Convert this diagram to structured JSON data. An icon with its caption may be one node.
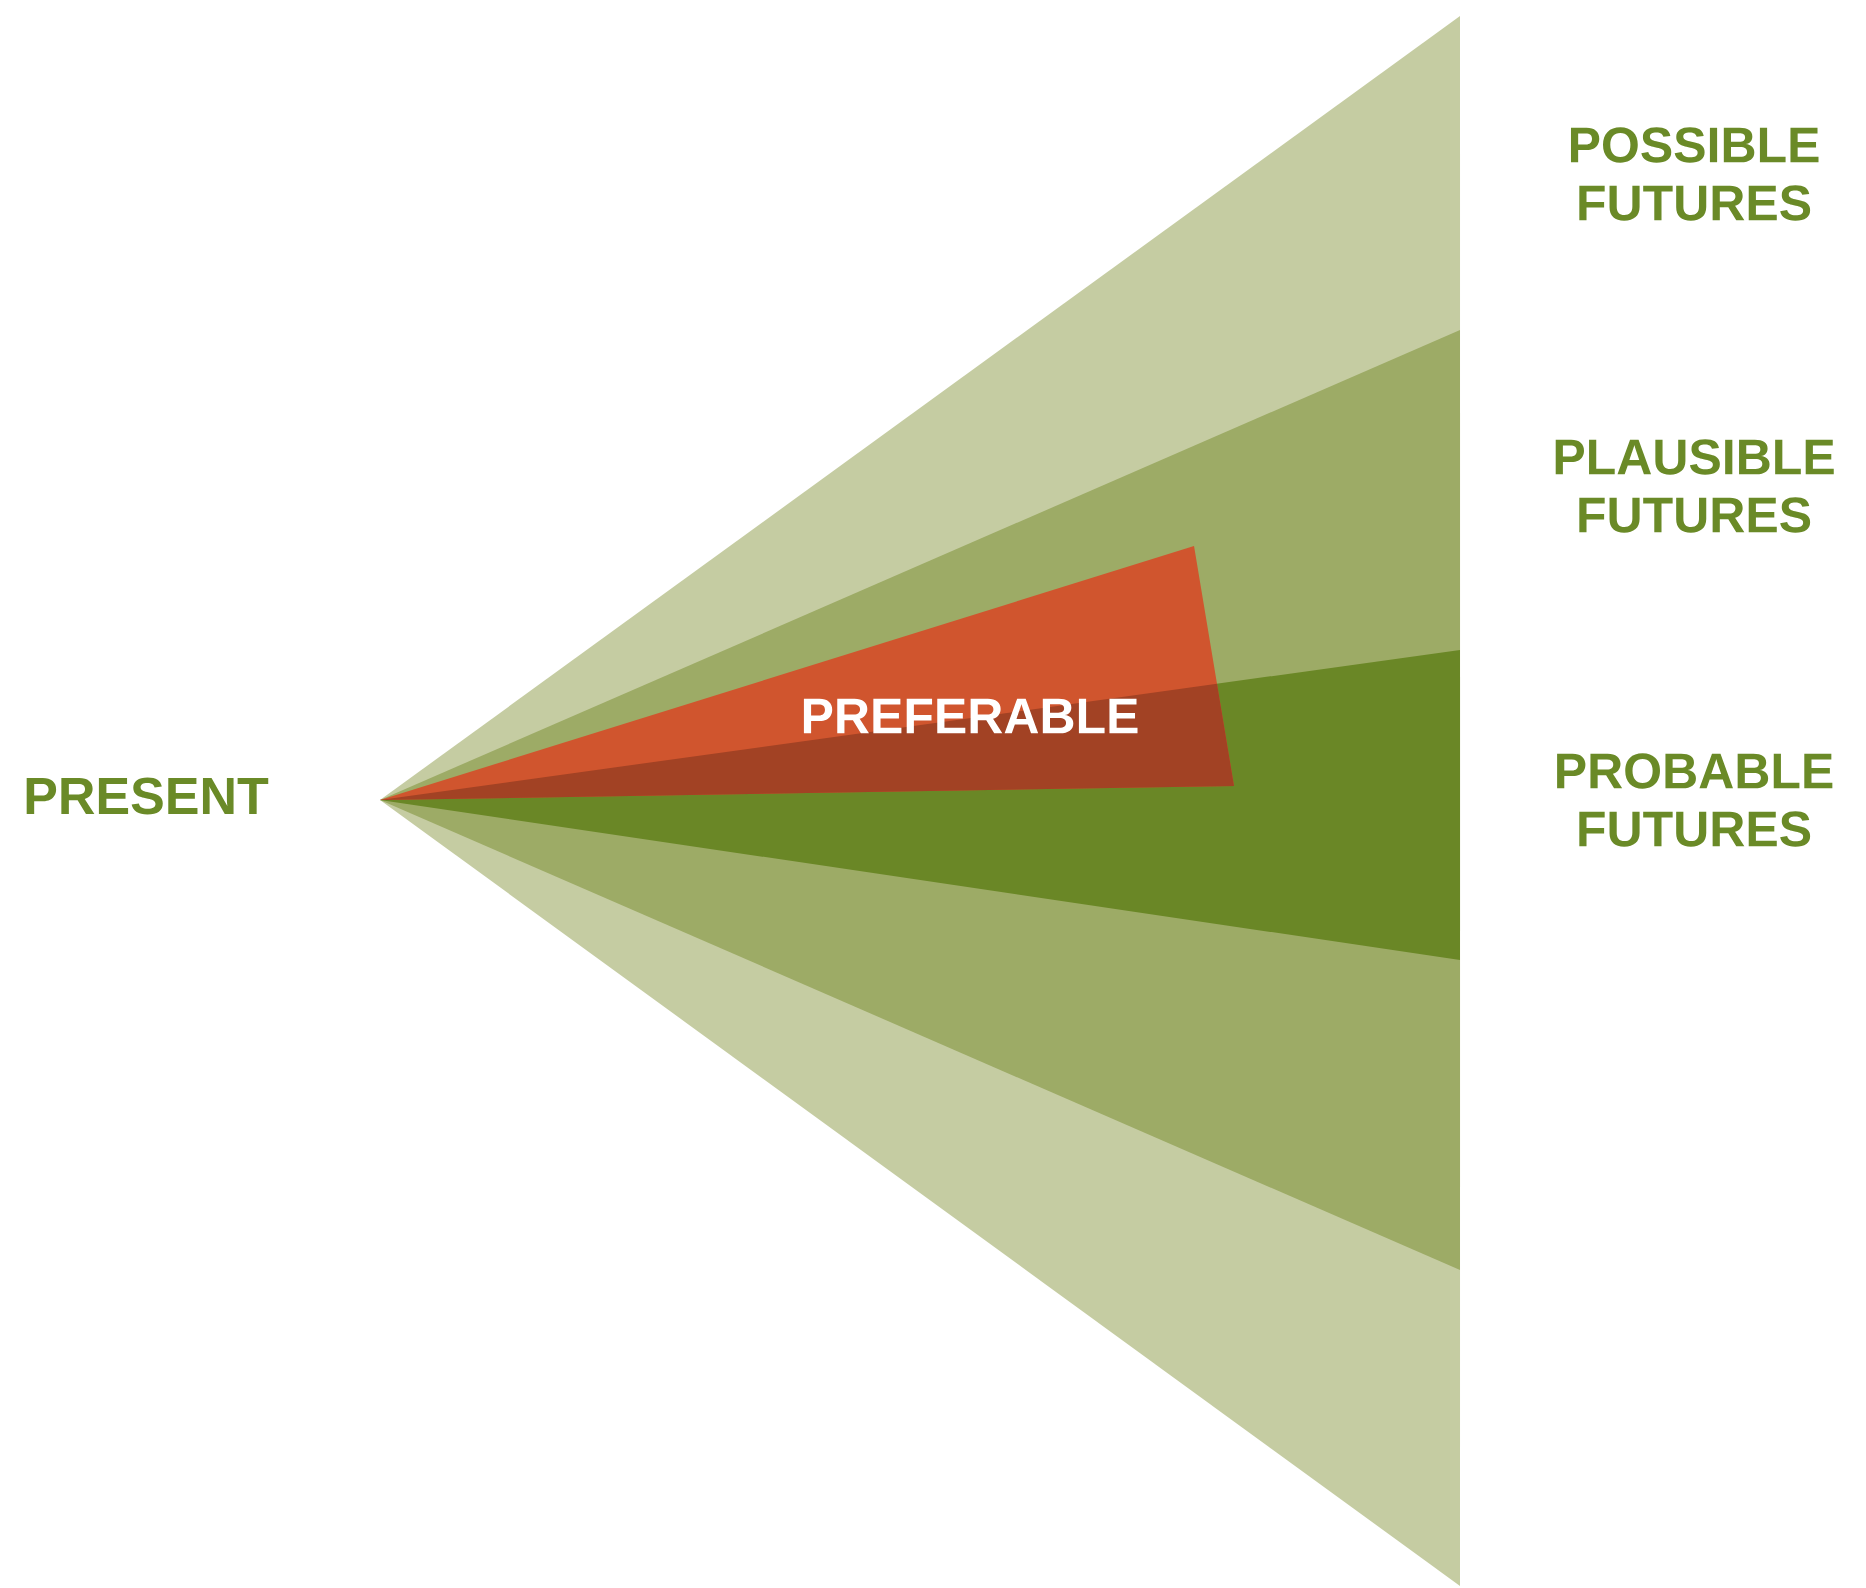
{
  "diagram": {
    "nodes": [
      {
        "text": [
          "POSSIBLE FUTURES"
        ]
      },
      {
        "text": [
          "PLAUSIBLE FUTURES"
        ]
      },
      {
        "text": [
          "PROBABLE FUTURES"
        ]
      },
      {
        "text": [
          "PREFERABLE"
        ]
      }
    ],
    "labels": [
      "PRESENT"
    ]
  }
}
